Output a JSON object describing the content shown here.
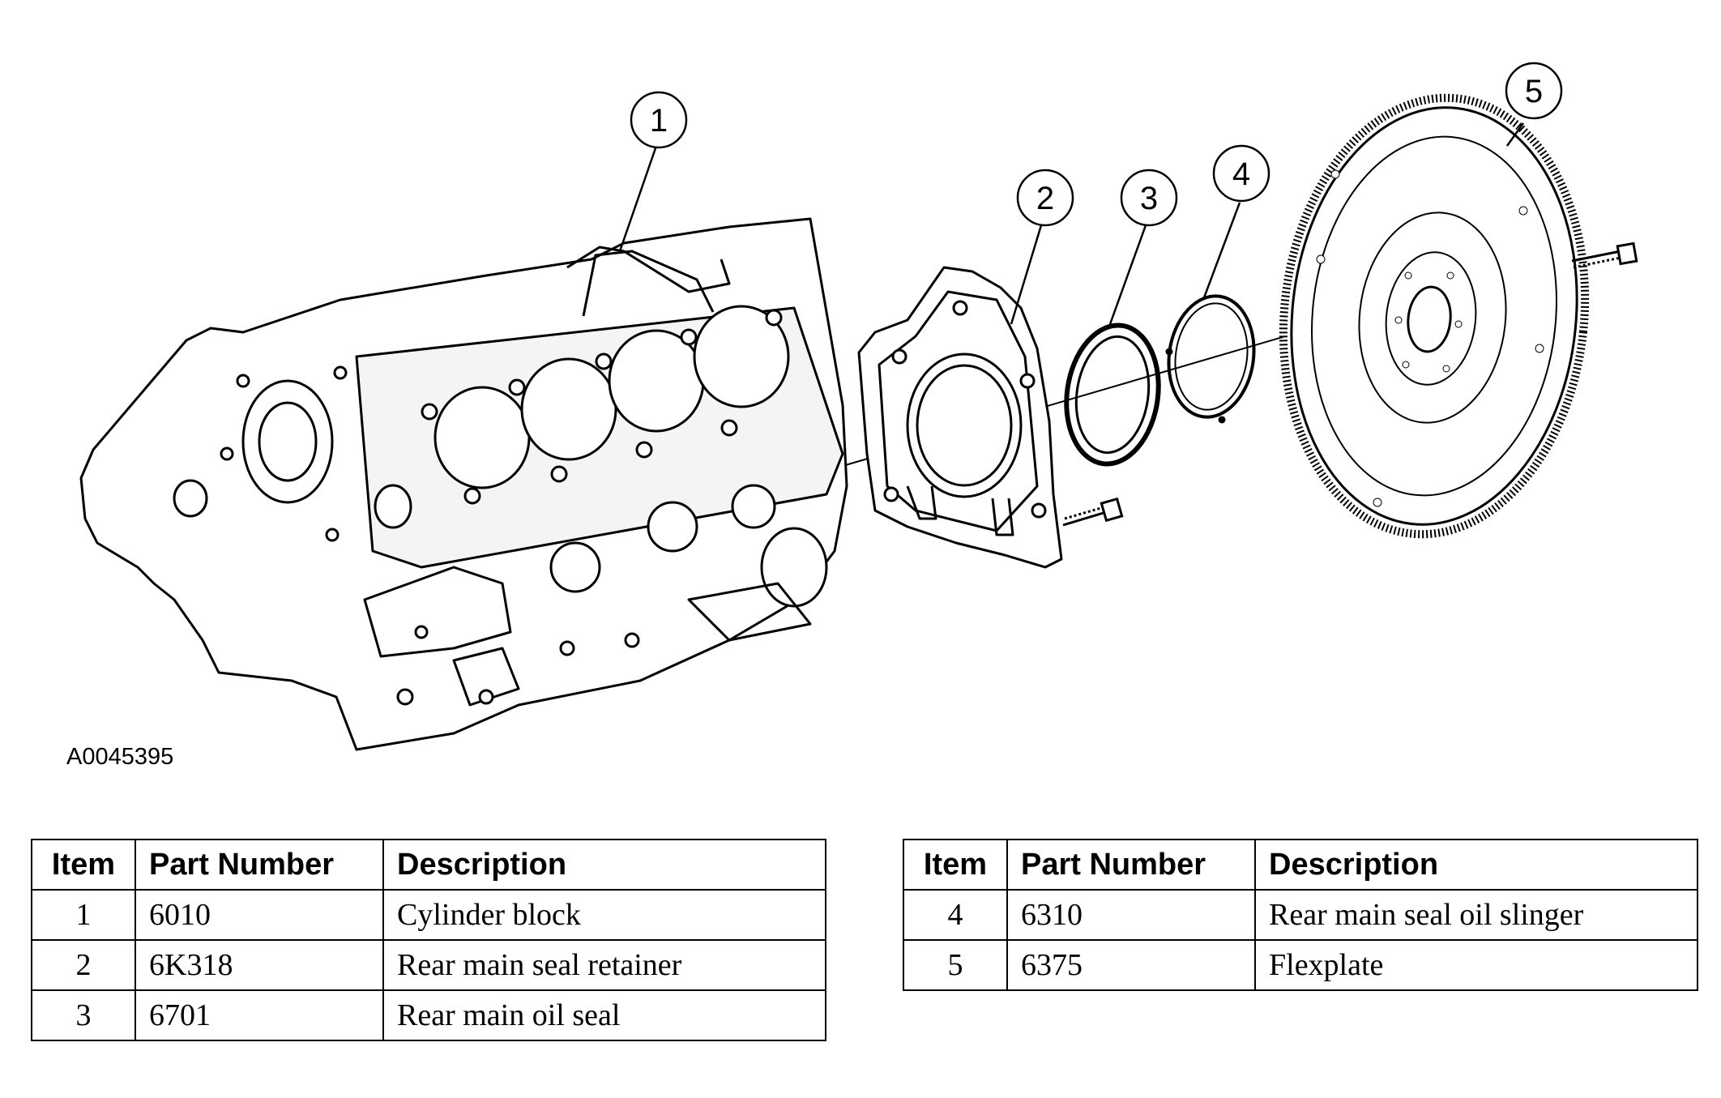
{
  "figure_id": "A0045395",
  "callouts": [
    {
      "number": "1",
      "part": "cylinder-block"
    },
    {
      "number": "2",
      "part": "rear-main-seal-retainer"
    },
    {
      "number": "3",
      "part": "rear-main-oil-seal"
    },
    {
      "number": "4",
      "part": "rear-main-seal-oil-slinger"
    },
    {
      "number": "5",
      "part": "flexplate"
    }
  ],
  "table": {
    "headers": {
      "item": "Item",
      "part_number": "Part Number",
      "description": "Description"
    },
    "left_rows": [
      {
        "item": "1",
        "part_number": "6010",
        "description": "Cylinder block"
      },
      {
        "item": "2",
        "part_number": "6K318",
        "description": "Rear main seal retainer"
      },
      {
        "item": "3",
        "part_number": "6701",
        "description": "Rear main oil seal"
      }
    ],
    "right_rows": [
      {
        "item": "4",
        "part_number": "6310",
        "description": "Rear main seal oil slinger"
      },
      {
        "item": "5",
        "part_number": "6375",
        "description": "Flexplate"
      }
    ]
  }
}
